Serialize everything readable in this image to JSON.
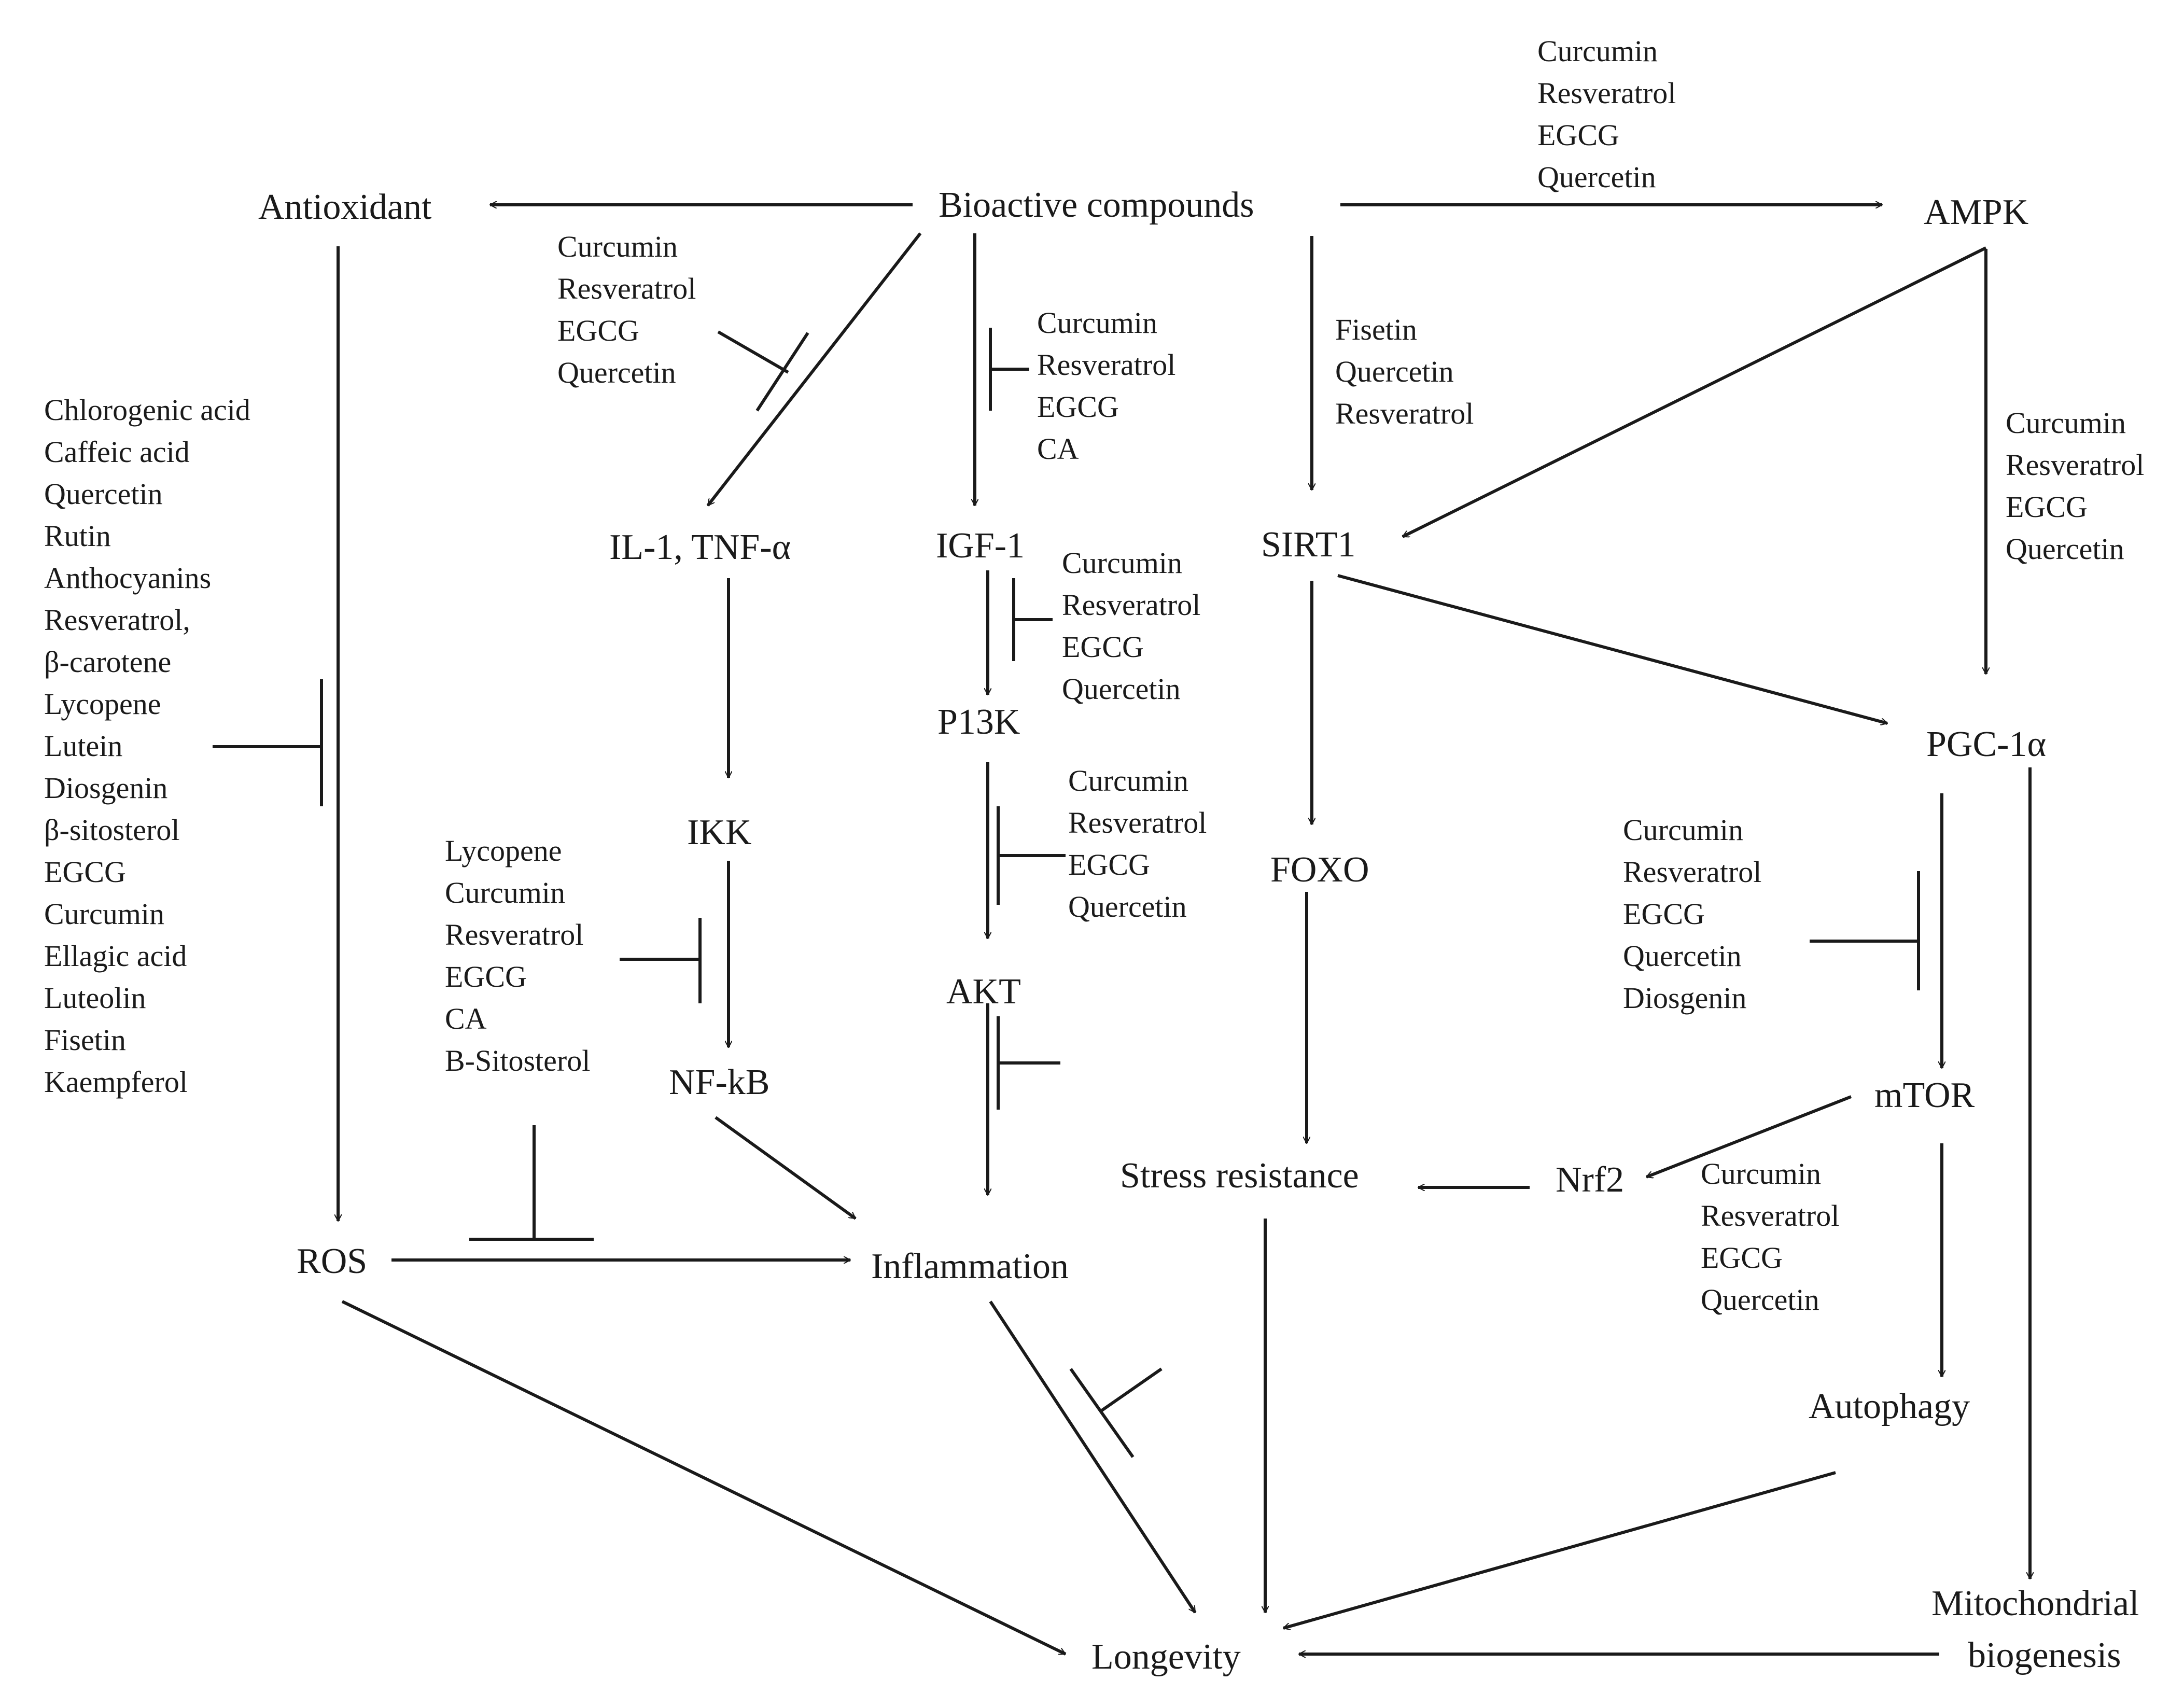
{
  "nodes": {
    "antioxidant": "Antioxidant",
    "bioactive": "Bioactive  compounds",
    "ampk": "AMPK",
    "il1": "IL-1, TNF-α",
    "igf1": "IGF-1",
    "sirt1": "SIRT1",
    "p13k": "P13K",
    "pgc": "PGC-1α",
    "ikk": "IKK",
    "foxo": "FOXO",
    "akt": "AKT",
    "nfkb": "NF-kB",
    "mtor": "mTOR",
    "stress": "Stress resistance",
    "nrf2": "Nrf2",
    "ros": "ROS",
    "inflammation": "Inflammation",
    "autophagy": "Autophagy",
    "longevity": "Longevity",
    "mito1": "Mitochondrial",
    "mito2": "biogenesis"
  },
  "lists": {
    "ampk": [
      "Curcumin",
      "Resveratrol",
      "EGCG",
      "Quercetin"
    ],
    "il1": [
      "Curcumin",
      "Resveratrol",
      "EGCG",
      "Quercetin"
    ],
    "igf": [
      "Curcumin",
      "Resveratrol",
      "EGCG",
      "CA"
    ],
    "sirt": [
      "Fisetin",
      "Quercetin",
      "Resveratrol"
    ],
    "pgc": [
      "Curcumin",
      "Resveratrol",
      "EGCG",
      "Quercetin"
    ],
    "antiox": [
      "Chlorogenic acid",
      "Caffeic acid",
      "Quercetin",
      "Rutin",
      "Anthocyanins",
      "Resveratrol,",
      "β-carotene",
      "Lycopene",
      "Lutein",
      "Diosgenin",
      "β-sitosterol",
      "EGCG",
      "Curcumin",
      "Ellagic acid",
      "Luteolin",
      "Fisetin",
      "Kaempferol"
    ],
    "p13k": [
      "Curcumin",
      "Resveratrol",
      "EGCG",
      "Quercetin"
    ],
    "akt": [
      "Curcumin",
      "Resveratrol",
      "EGCG",
      "Quercetin"
    ],
    "nfkb": [
      "Lycopene",
      "Curcumin",
      "Resveratrol",
      "EGCG",
      "CA",
      "B-Sitosterol"
    ],
    "mtor": [
      "Curcumin",
      "Resveratrol",
      "EGCG",
      "Quercetin",
      "Diosgenin"
    ],
    "nrf2": [
      "Curcumin",
      "Resveratrol",
      "EGCG",
      "Quercetin"
    ]
  }
}
